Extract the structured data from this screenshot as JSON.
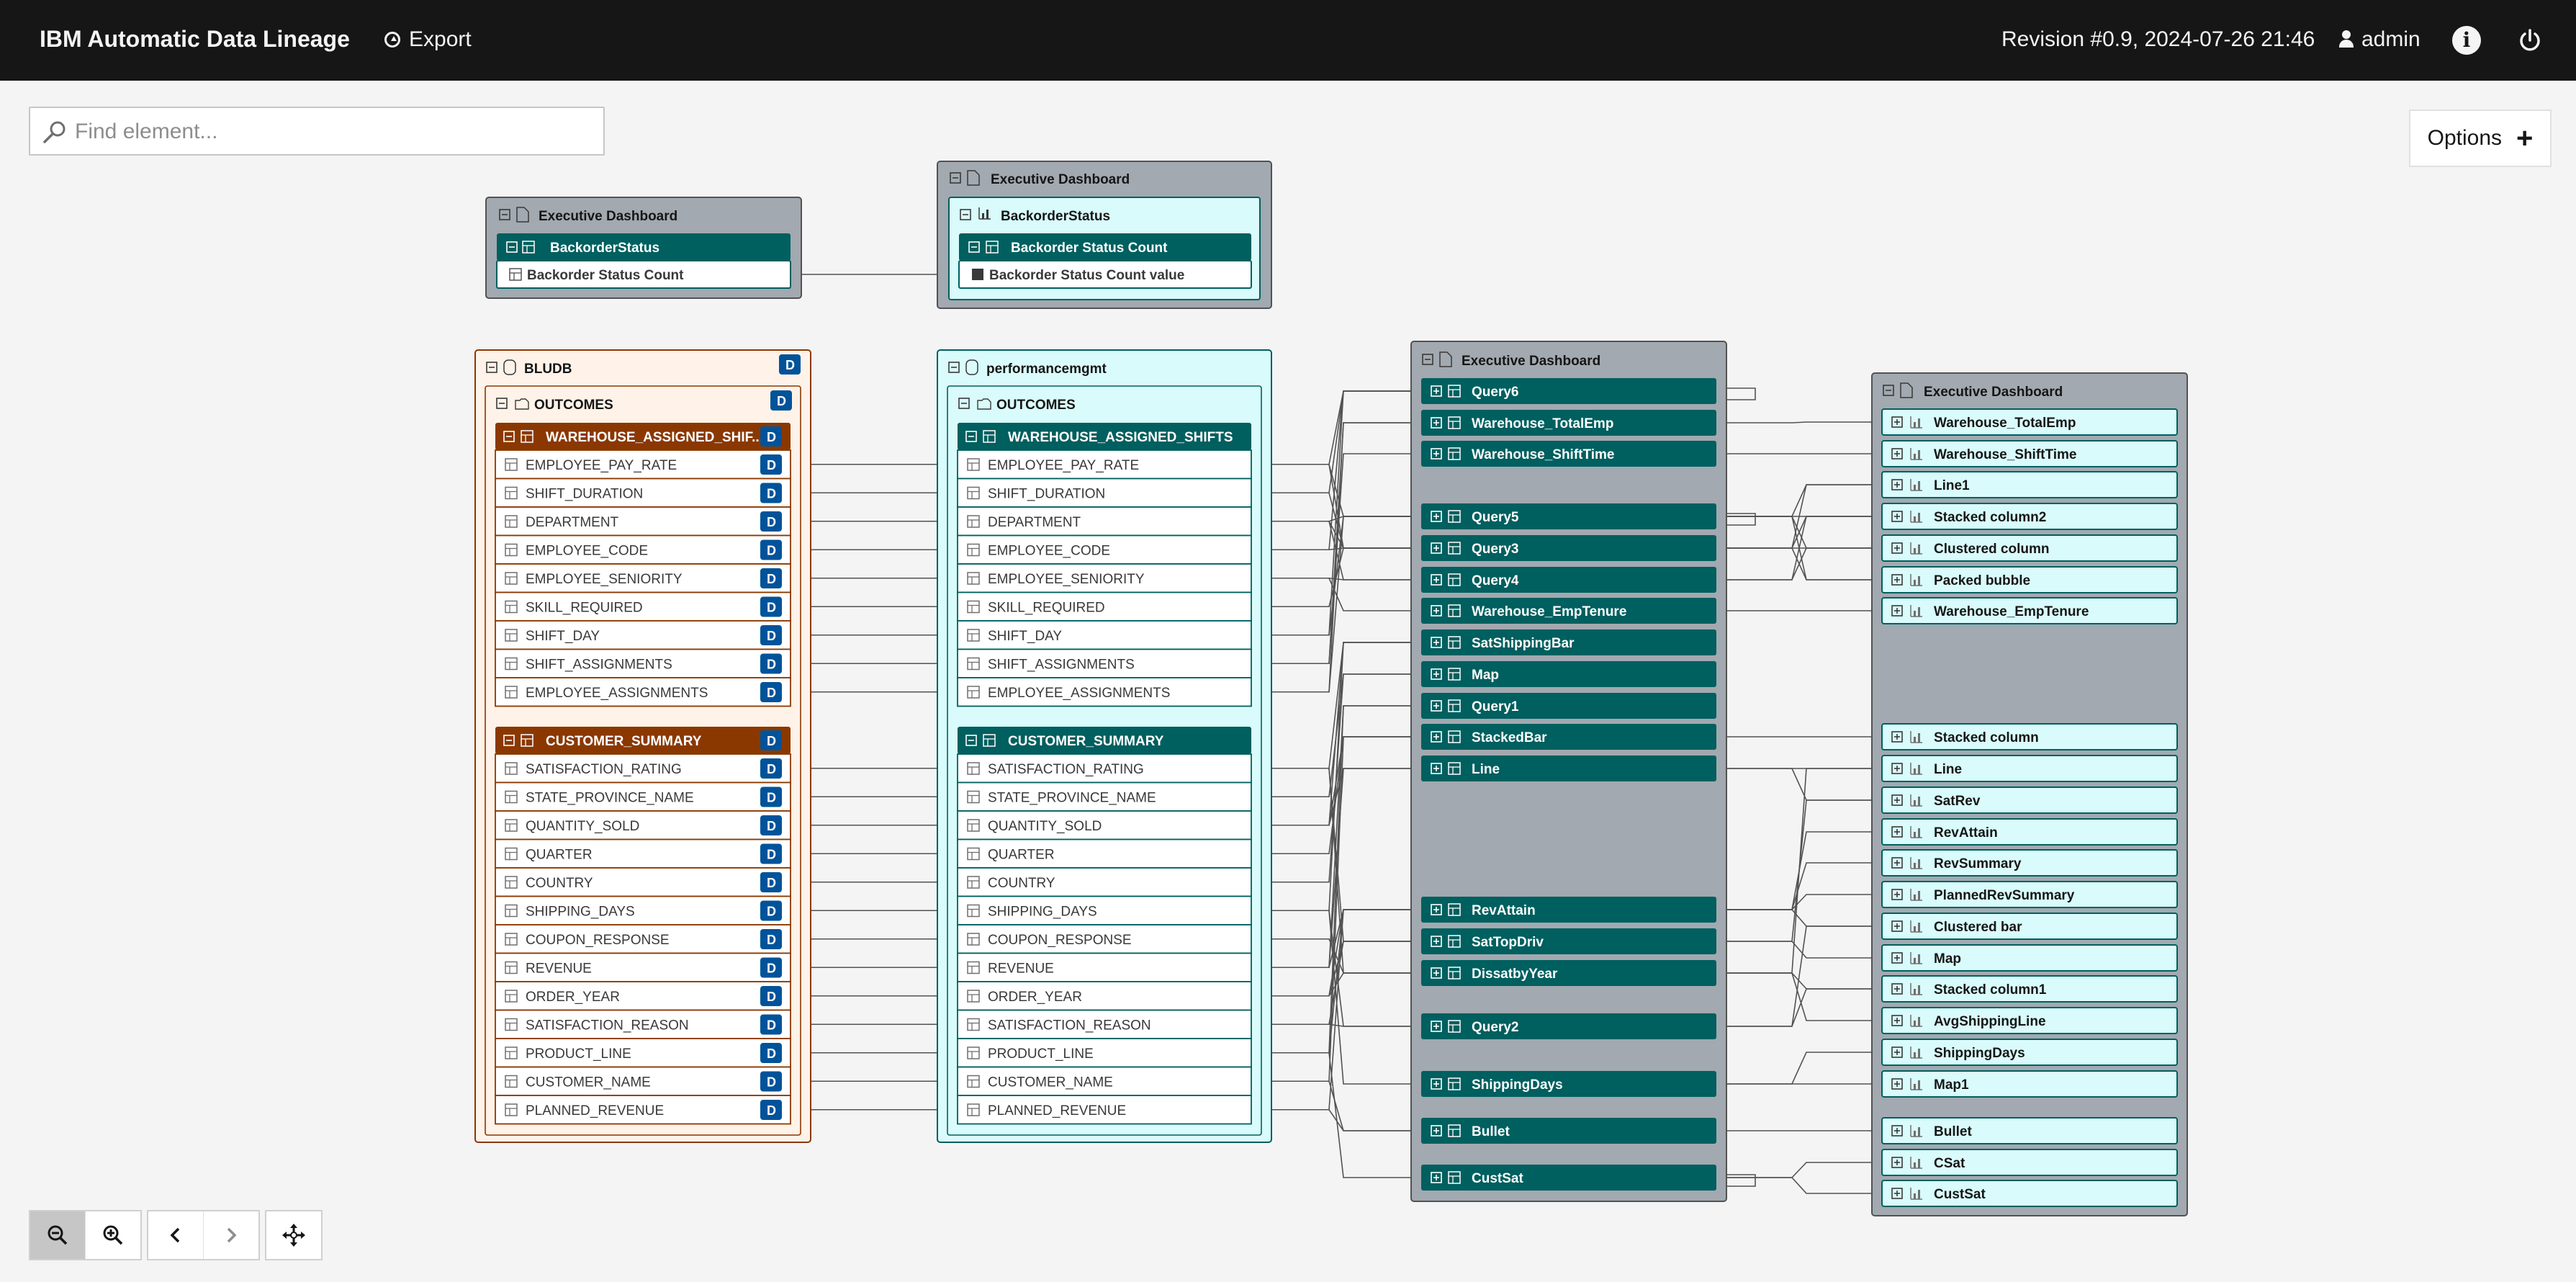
{
  "app": {
    "title": "IBM Automatic Data Lineage",
    "export_label": "Export",
    "revision": "Revision #0.9, 2024-07-26 21:46",
    "user": "admin"
  },
  "search": {
    "placeholder": "Find element..."
  },
  "options": {
    "label": "Options"
  },
  "badge_letter": "D",
  "colors": {
    "teal_dark": "#005f5f",
    "teal_light": "#d9fbfb",
    "orange_dark": "#8a3800",
    "orange_light": "#fff2e8",
    "gray_panel": "#a2a9b0",
    "badge_blue": "#00539a"
  },
  "bi_top_left": {
    "title": "Executive Dashboard",
    "group": "BackorderStatus",
    "item": "Backorder Status Count"
  },
  "bi_top_mid": {
    "title": "Executive Dashboard",
    "group": "BackorderStatus",
    "sub": "Backorder Status Count",
    "item": "Backorder Status Count value"
  },
  "db_left": {
    "title": "BLUDB",
    "schema": "OUTCOMES",
    "tables": [
      {
        "name": "WAREHOUSE_ASSIGNED_SHIF...",
        "cols": [
          "EMPLOYEE_PAY_RATE",
          "SHIFT_DURATION",
          "DEPARTMENT",
          "EMPLOYEE_CODE",
          "EMPLOYEE_SENIORITY",
          "SKILL_REQUIRED",
          "SHIFT_DAY",
          "SHIFT_ASSIGNMENTS",
          "EMPLOYEE_ASSIGNMENTS"
        ]
      },
      {
        "name": "CUSTOMER_SUMMARY",
        "cols": [
          "SATISFACTION_RATING",
          "STATE_PROVINCE_NAME",
          "QUANTITY_SOLD",
          "QUARTER",
          "COUNTRY",
          "SHIPPING_DAYS",
          "COUPON_RESPONSE",
          "REVENUE",
          "ORDER_YEAR",
          "SATISFACTION_REASON",
          "PRODUCT_LINE",
          "CUSTOMER_NAME",
          "PLANNED_REVENUE"
        ]
      }
    ]
  },
  "db_mid": {
    "title": "performancemgmt",
    "schema": "OUTCOMES",
    "tables": [
      {
        "name": "WAREHOUSE_ASSIGNED_SHIFTS",
        "cols": [
          "EMPLOYEE_PAY_RATE",
          "SHIFT_DURATION",
          "DEPARTMENT",
          "EMPLOYEE_CODE",
          "EMPLOYEE_SENIORITY",
          "SKILL_REQUIRED",
          "SHIFT_DAY",
          "SHIFT_ASSIGNMENTS",
          "EMPLOYEE_ASSIGNMENTS"
        ]
      },
      {
        "name": "CUSTOMER_SUMMARY",
        "cols": [
          "SATISFACTION_RATING",
          "STATE_PROVINCE_NAME",
          "QUANTITY_SOLD",
          "QUARTER",
          "COUNTRY",
          "SHIPPING_DAYS",
          "COUPON_RESPONSE",
          "REVENUE",
          "ORDER_YEAR",
          "SATISFACTION_REASON",
          "PRODUCT_LINE",
          "CUSTOMER_NAME",
          "PLANNED_REVENUE"
        ]
      }
    ]
  },
  "queries": {
    "title": "Executive Dashboard",
    "items": [
      "Query6",
      "Warehouse_TotalEmp",
      "Warehouse_ShiftTime",
      "Query5",
      "Query3",
      "Query4",
      "Warehouse_EmpTenure",
      "SatShippingBar",
      "Map",
      "Query1",
      "StackedBar",
      "Line",
      "RevAttain",
      "SatTopDriv",
      "DissatbyYear",
      "Query2",
      "ShippingDays",
      "Bullet",
      "CustSat"
    ]
  },
  "visuals": {
    "title": "Executive Dashboard",
    "items": [
      "Warehouse_TotalEmp",
      "Warehouse_ShiftTime",
      "Line1",
      "Stacked column2",
      "Clustered column",
      "Packed bubble",
      "Warehouse_EmpTenure",
      "Stacked column",
      "Line",
      "SatRev",
      "RevAttain",
      "RevSummary",
      "PlannedRevSummary",
      "Clustered bar",
      "Map",
      "Stacked column1",
      "AvgShippingLine",
      "ShippingDays",
      "Map1",
      "Bullet",
      "CSat",
      "CustSat"
    ]
  }
}
